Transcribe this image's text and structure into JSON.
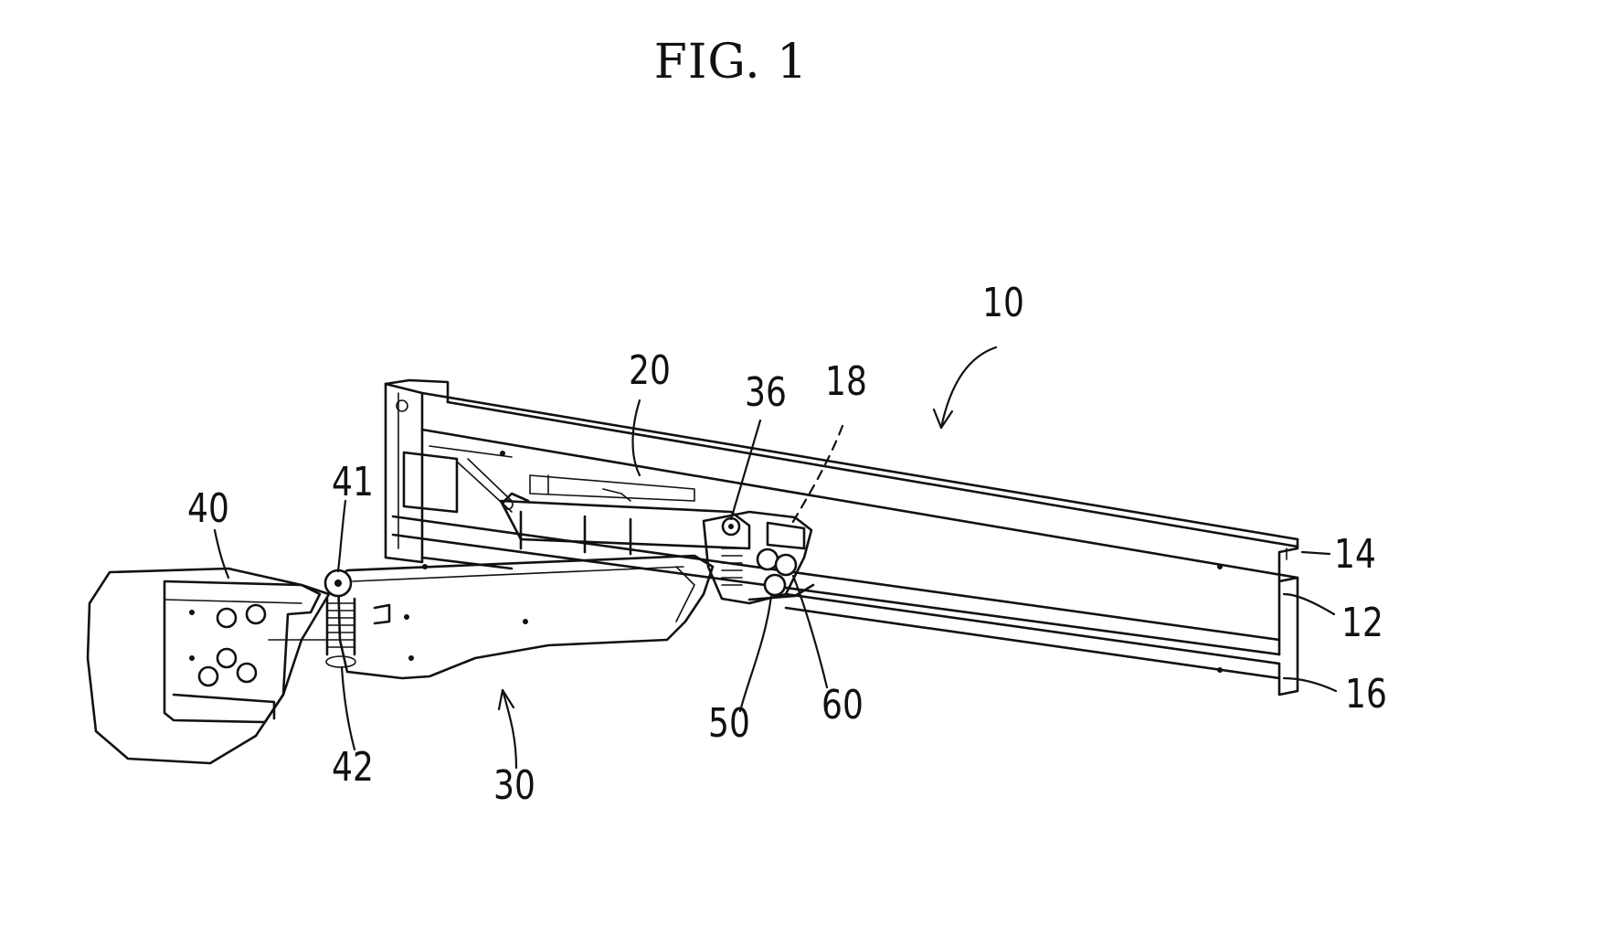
{
  "figure": {
    "title": "FIG. 1"
  },
  "reference_numerals": {
    "n10": "10",
    "n12": "12",
    "n14": "14",
    "n16": "16",
    "n18": "18",
    "n20": "20",
    "n30": "30",
    "n36": "36",
    "n40": "40",
    "n41": "41",
    "n42": "42",
    "n50": "50",
    "n60": "60"
  }
}
